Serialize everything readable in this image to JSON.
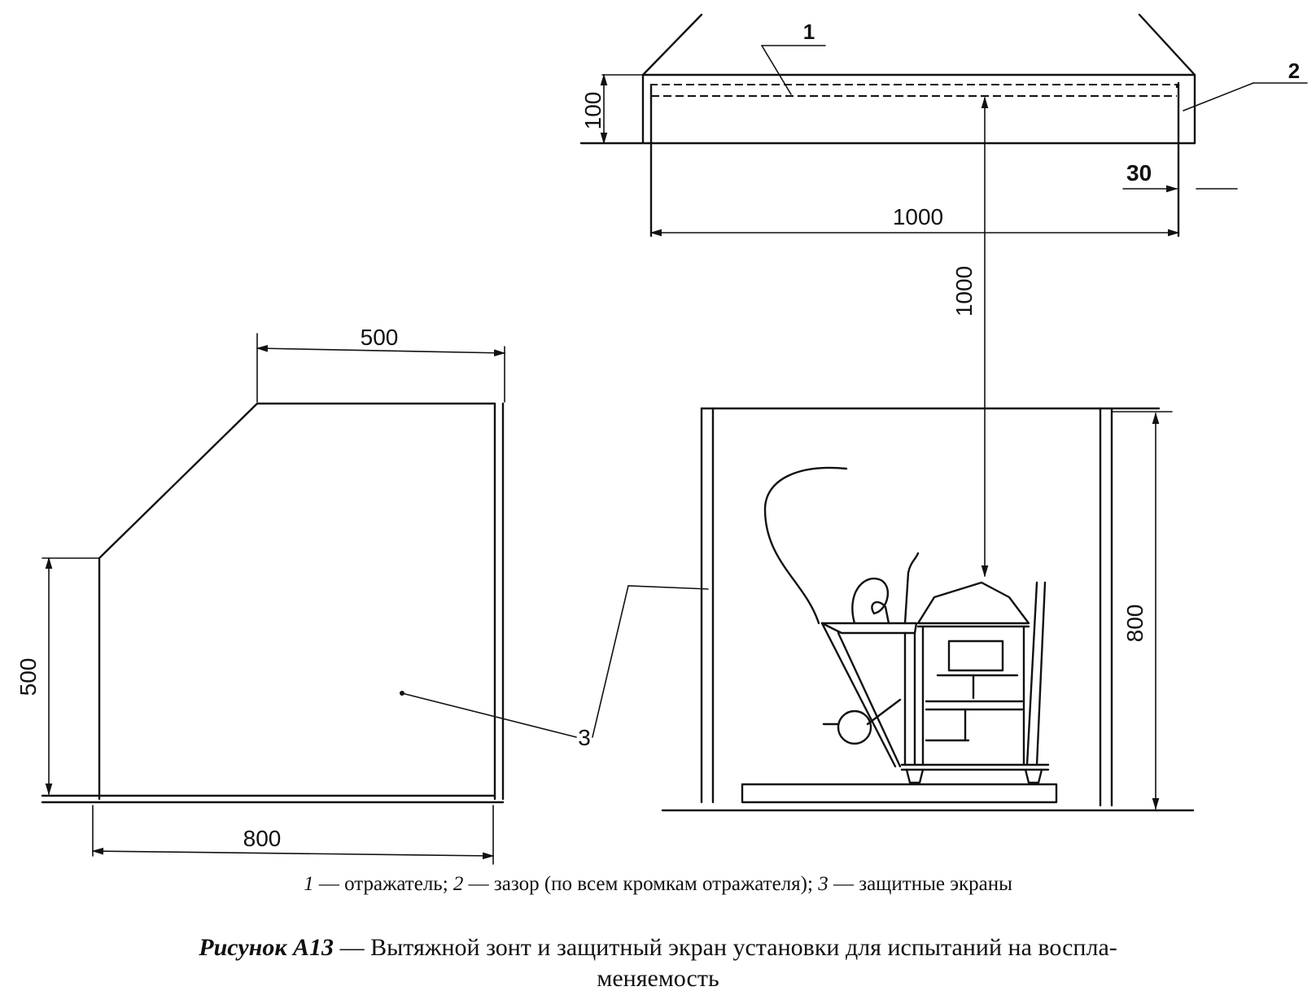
{
  "dimensions": {
    "hood_height": "100",
    "hood_gap": "30",
    "hood_width": "1000",
    "hood_to_burner": "1000",
    "screen_top_width": "500",
    "screen_side_height": "500",
    "screen_length": "800",
    "screen_height": "800"
  },
  "callouts": {
    "reflector": "1",
    "gap": "2",
    "screens": "3"
  },
  "legend": {
    "item1_num": "1",
    "item1_text": " — отражатель; ",
    "item2_num": "2",
    "item2_text": " — зазор (по всем кромкам отражателя); ",
    "item3_num": "3",
    "item3_text": " — защитные экраны"
  },
  "caption": {
    "label": "Рисунок А13",
    "line1": " — Вытяжной зонт и защитный экран установки для испытаний на воспла-",
    "line2": "меняемость"
  }
}
